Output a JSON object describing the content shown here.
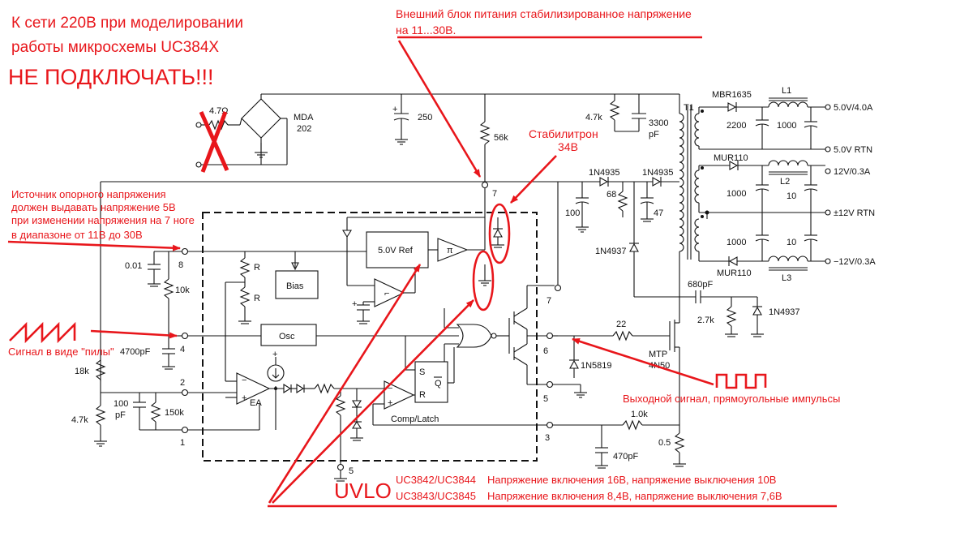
{
  "annotations": {
    "warning_line1": "К сети 220В при моделировании",
    "warning_line2": "работы микросхемы UC384X",
    "warning_line3": "НЕ ПОДКЛЮЧАТЬ!!!",
    "ext_supply_line1": "Внешний блок питания стабилизированное напряжение",
    "ext_supply_line2": "на 11...30В.",
    "zener_line1": "Стабилитрон",
    "zener_line2": "34В",
    "vref_line1": "Источник опорного напряжения",
    "vref_line2": "должен выдавать напряжение 5В",
    "vref_line3": "при изменении напряжения на 7 ноге",
    "vref_line4": "в диапазоне от 11В до 30В",
    "saw_label": "Сигнал в виде \"пилы\"",
    "pulse_label": "Выходной сигнал, прямоугольные импульсы",
    "uvlo_title": "UVLO",
    "uvlo_row1_part": "UC3842/UC3844",
    "uvlo_row1_text": "Напряжение включения 16В, напряжение выключения 10В",
    "uvlo_row2_part": "UC3843/UC3845",
    "uvlo_row2_text": "Напряжение включения 8,4В, напряжение выключения 7,6В"
  },
  "components": {
    "r_input": "4.7Ω",
    "bridge_line1": "MDA",
    "bridge_line2": "202",
    "c_bulk": "250",
    "r_start": "56k",
    "r_snub": "4.7k",
    "c_snub_line1": "3300",
    "c_snub_line2": "pF",
    "transformer": "T1",
    "d_5v": "MBR1635",
    "l1": "L1",
    "c_5v_a": "2200",
    "c_5v_b": "1000",
    "out_5v": "5.0V/4.0A",
    "out_5v_rtn": "5.0V RTN",
    "d_aux1": "1N4935",
    "d_aux2": "1N4935",
    "r_68": "68",
    "c_100": "100",
    "c_47": "47",
    "d_12v": "MUR110",
    "l2": "L2",
    "c_12v_a": "1000",
    "c_12v_b": "10",
    "out_12v": "12V/0.3A",
    "out_12v_rtn": "±12V RTN",
    "d_clamp": "1N4937",
    "c_n12v_a": "1000",
    "c_n12v_b": "10",
    "d_n12v": "MUR110",
    "l3": "L3",
    "out_n12v": "−12V/0.3A",
    "c_680": "680pF",
    "r_27k": "2.7k",
    "d_clamp2": "1N4937",
    "r_gate": "22",
    "mosfet_line1": "MTP",
    "mosfet_line2": "4N50",
    "d_gate": "1N5819",
    "r_1k": "1.0k",
    "c_470": "470pF",
    "r_sense": "0.5",
    "c_ref": "0.01",
    "r_10k": "10k",
    "c_timing": "4700pF",
    "r_18k": "18k",
    "r_47k": "4.7k",
    "c_comp_line1": "100",
    "c_comp_line2": "pF",
    "r_150k": "150k"
  },
  "ic": {
    "vref_block": "5.0V Ref",
    "bias_block": "Bias",
    "osc_block": "Osc",
    "ea_label": "EA",
    "r_label_1": "R",
    "r_label_2": "R",
    "latch_s": "S",
    "latch_r": "R",
    "latch_q": "Q",
    "comp_latch": "Comp/Latch",
    "pins": {
      "p1": "1",
      "p2": "2",
      "p3": "3",
      "p4": "4",
      "p5_out": "5",
      "p5_gnd": "5",
      "p6": "6",
      "p7_top": "7",
      "p7_right": "7",
      "p8": "8"
    }
  },
  "colors": {
    "annotation": "#e8161b",
    "wire": "#111111",
    "background": "#ffffff"
  }
}
